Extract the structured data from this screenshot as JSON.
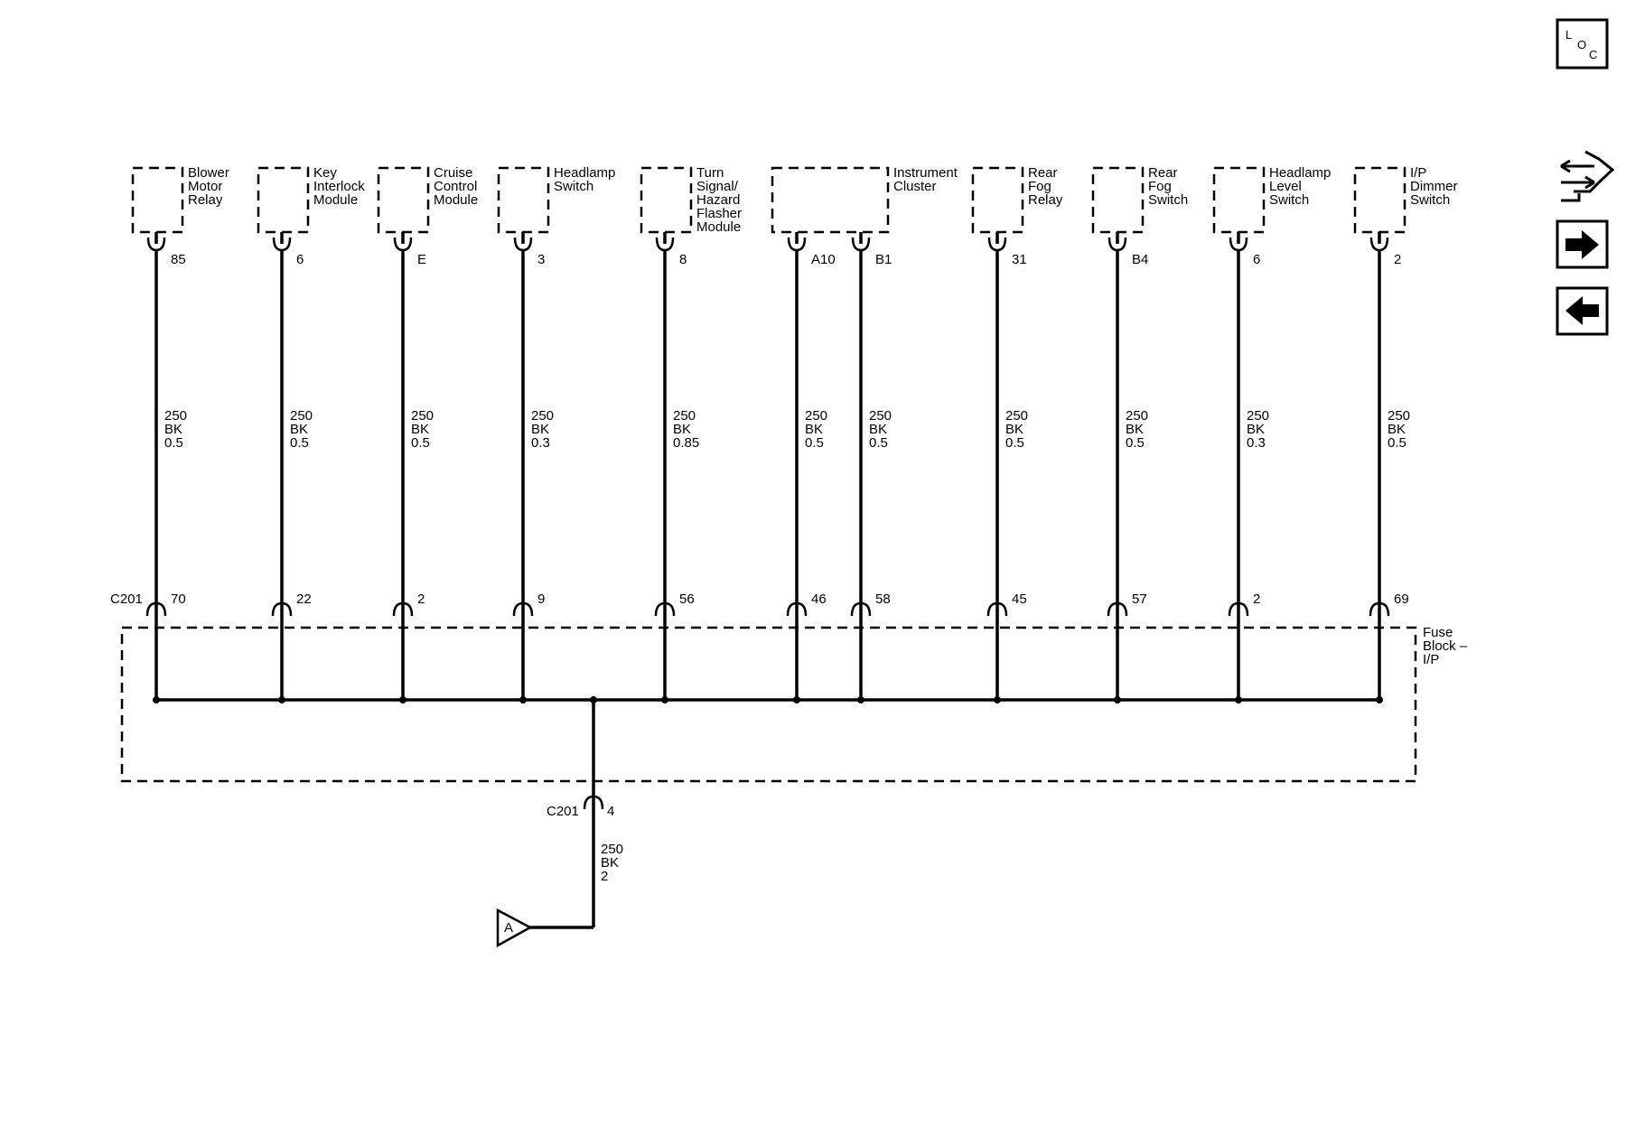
{
  "components": [
    {
      "name_lines": [
        "Blower",
        "Motor",
        "Relay"
      ],
      "pins": [
        "85"
      ]
    },
    {
      "name_lines": [
        "Key",
        "Interlock",
        "Module"
      ],
      "pins": [
        "6"
      ]
    },
    {
      "name_lines": [
        "Cruise",
        "Control",
        "Module"
      ],
      "pins": [
        "E"
      ]
    },
    {
      "name_lines": [
        "Headlamp",
        "Switch"
      ],
      "pins": [
        "3"
      ]
    },
    {
      "name_lines": [
        "Turn",
        "Signal/",
        "Hazard",
        "Flasher",
        "Module"
      ],
      "pins": [
        "8"
      ]
    },
    {
      "name_lines": [
        "Instrument",
        "Cluster"
      ],
      "pins": [
        "A10",
        "B1"
      ]
    },
    {
      "name_lines": [
        "Rear",
        "Fog",
        "Relay"
      ],
      "pins": [
        "31"
      ]
    },
    {
      "name_lines": [
        "Rear",
        "Fog",
        "Switch"
      ],
      "pins": [
        "B4"
      ]
    },
    {
      "name_lines": [
        "Headlamp",
        "Level",
        "Switch"
      ],
      "pins": [
        "6"
      ]
    },
    {
      "name_lines": [
        "I/P",
        "Dimmer",
        "Switch"
      ],
      "pins": [
        "2"
      ]
    }
  ],
  "wires": [
    {
      "circuit": "250",
      "color": "BK",
      "size": "0.5",
      "c201_pin": "70"
    },
    {
      "circuit": "250",
      "color": "BK",
      "size": "0.5",
      "c201_pin": "22"
    },
    {
      "circuit": "250",
      "color": "BK",
      "size": "0.5",
      "c201_pin": "2"
    },
    {
      "circuit": "250",
      "color": "BK",
      "size": "0.3",
      "c201_pin": "9"
    },
    {
      "circuit": "250",
      "color": "BK",
      "size": "0.85",
      "c201_pin": "56"
    },
    {
      "circuit": "250",
      "color": "BK",
      "size": "0.5",
      "c201_pin": "46"
    },
    {
      "circuit": "250",
      "color": "BK",
      "size": "0.5",
      "c201_pin": "58"
    },
    {
      "circuit": "250",
      "color": "BK",
      "size": "0.5",
      "c201_pin": "45"
    },
    {
      "circuit": "250",
      "color": "BK",
      "size": "0.5",
      "c201_pin": "57"
    },
    {
      "circuit": "250",
      "color": "BK",
      "size": "0.3",
      "c201_pin": "2"
    },
    {
      "circuit": "250",
      "color": "BK",
      "size": "0.5",
      "c201_pin": "69"
    }
  ],
  "connector_label": "C201",
  "fuse_block": {
    "label_lines": [
      "Fuse",
      "Block –",
      "I/P"
    ]
  },
  "ground_lead": {
    "connector": "C201",
    "pin": "4",
    "circuit": "250",
    "color": "BK",
    "size": "2"
  },
  "ground_ref": "A",
  "nav": {
    "loc_letters": [
      "L",
      "O",
      "C"
    ],
    "icons": [
      "loc-icon",
      "schematic-icon",
      "next-arrow-icon",
      "prev-arrow-icon"
    ]
  },
  "colors": {
    "ink": "#000000",
    "background": "#ffffff"
  }
}
